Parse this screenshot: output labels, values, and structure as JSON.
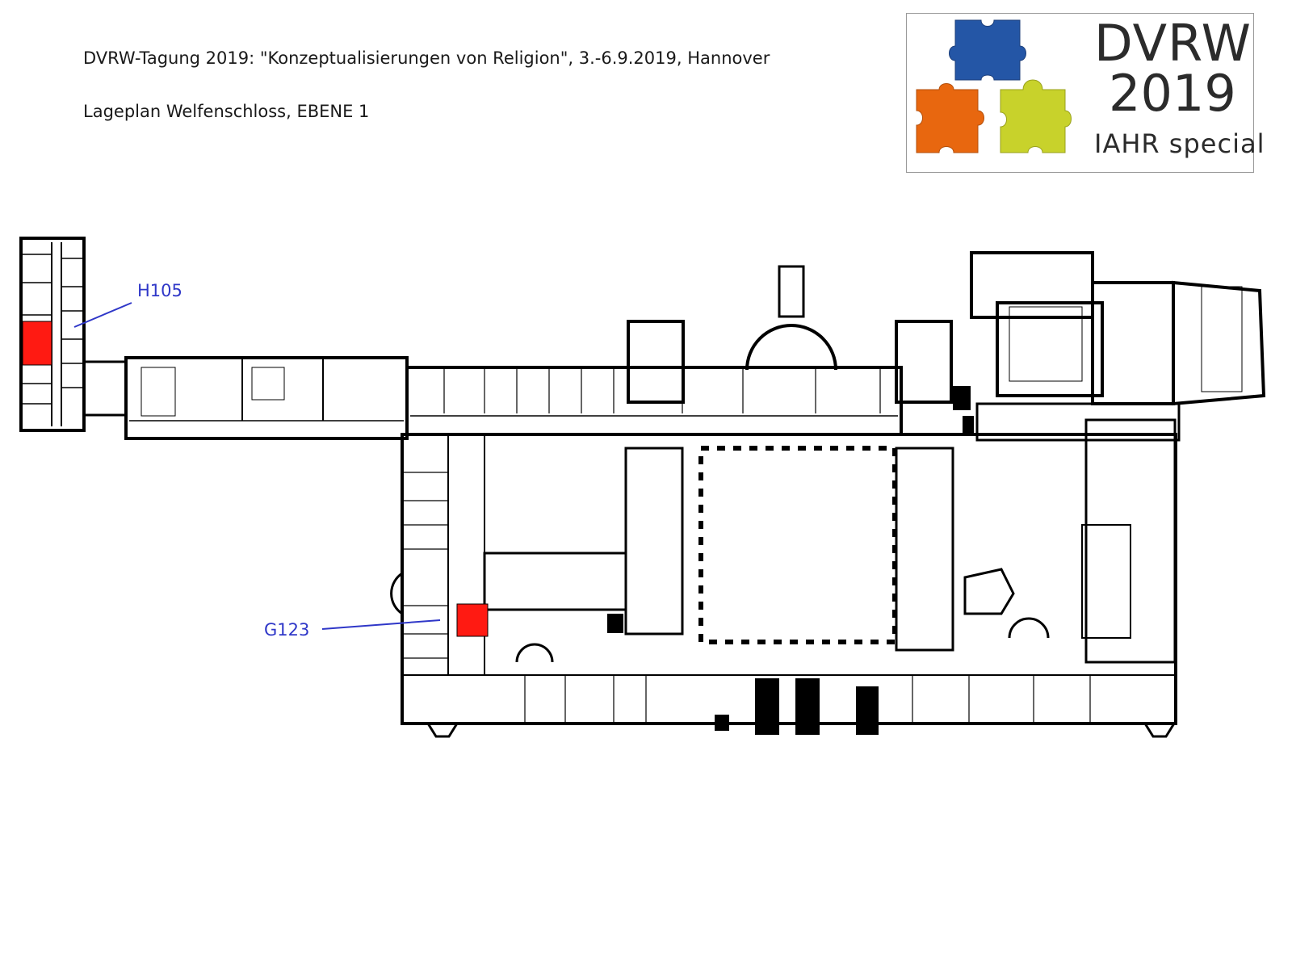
{
  "header": {
    "title": "DVRW-Tagung 2019: \"Konzeptualisierungen von Religion\", 3.-6.9.2019, Hannover",
    "subtitle": "Lageplan Welfenschloss, EBENE 1"
  },
  "logo": {
    "line1": "DVRW",
    "line2": "2019",
    "line3": "IAHR special",
    "colors": {
      "blue": "#2456a6",
      "orange": "#e8670f",
      "green": "#c8d22b",
      "text": "#2b2b2b"
    }
  },
  "map": {
    "highlight_color": "#ff1a12",
    "callout_color": "#2f37c8",
    "callouts": [
      {
        "id": "h105",
        "label": "H105"
      },
      {
        "id": "g123",
        "label": "G123"
      }
    ]
  }
}
